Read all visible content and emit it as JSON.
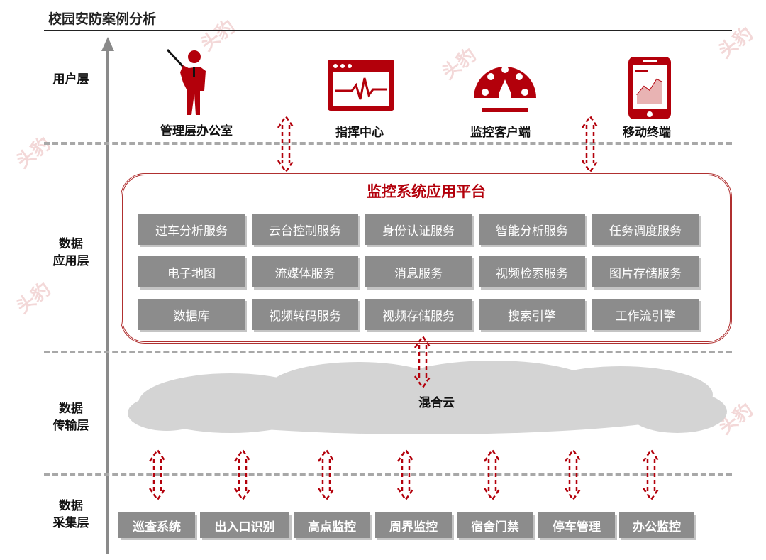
{
  "title": "校园安防案例分析",
  "layers": [
    {
      "line1": "用户层",
      "line2": ""
    },
    {
      "line1": "数据",
      "line2": "应用层"
    },
    {
      "line1": "数据",
      "line2": "传输层"
    },
    {
      "line1": "数据",
      "line2": "采集层"
    }
  ],
  "user_icons": [
    {
      "label": "管理层办公室",
      "icon": "presenter-icon"
    },
    {
      "label": "指挥中心",
      "icon": "monitor-wave-icon"
    },
    {
      "label": "监控客户端",
      "icon": "gauge-icon"
    },
    {
      "label": "移动终端",
      "icon": "mobile-icon"
    }
  ],
  "platform": {
    "title": "监控系统应用平台",
    "services": [
      [
        "过车分析服务",
        "云台控制服务",
        "身份认证服务",
        "智能分析服务",
        "任务调度服务"
      ],
      [
        "电子地图",
        "流媒体服务",
        "消息服务",
        "视频检索服务",
        "图片存储服务"
      ],
      [
        "数据库",
        "视频转码服务",
        "视频存储服务",
        "搜索引擎",
        "工作流引擎"
      ]
    ]
  },
  "cloud_label": "混合云",
  "collectors": [
    "巡查系统",
    "出入口识别",
    "高点监控",
    "周界监控",
    "宿舍门禁",
    "停车管理",
    "办公监控"
  ],
  "watermark": "头豹 LeadLeo",
  "colors": {
    "accent": "#b3000b",
    "box_gray": "#8c8c8c",
    "dash": "#a8a8a8"
  }
}
